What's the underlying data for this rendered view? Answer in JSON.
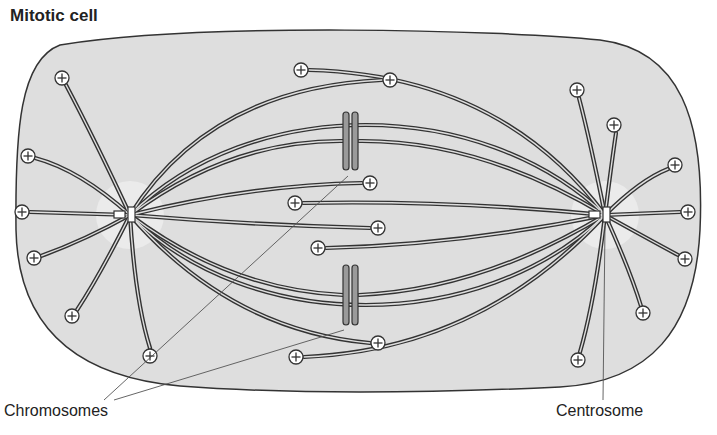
{
  "diagram": {
    "title": "Mitotic cell",
    "labels": [
      "Chromosomes",
      "Centrosome"
    ]
  }
}
